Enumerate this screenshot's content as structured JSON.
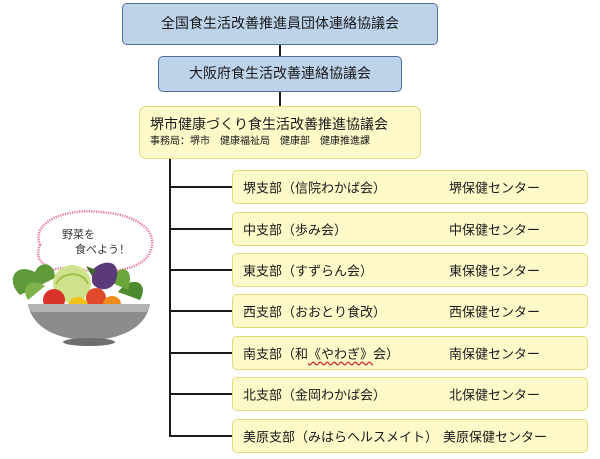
{
  "national": {
    "label": "全国食生活改善推進員団体連絡協議会"
  },
  "osaka": {
    "label": "大阪府食生活改善連絡協議会"
  },
  "sakai": {
    "label": "堺市健康づくり食生活改善推進協議会",
    "secretariat": "事務局：堺市　健康福祉局　健康部　健康推進課"
  },
  "branches": [
    {
      "name": "堺支部（信院わかば会）",
      "center": "堺保健センター"
    },
    {
      "name": "中支部（歩み会）",
      "center": "中保健センター"
    },
    {
      "name": "東支部（すずらん会）",
      "center": "東保健センター"
    },
    {
      "name": "西支部（おおとり食改）",
      "center": "西保健センター"
    },
    {
      "name_prefix": "南支部（和",
      "name_emphasis": "《やわぎ》",
      "name_suffix": "会）",
      "center": "南保健センター"
    },
    {
      "name": "北支部（金岡わかば会）",
      "center": "北保健センター"
    },
    {
      "name": "美原支部（みはらヘルスメイト）",
      "center": "美原保健センター"
    }
  ],
  "speech_bubble": {
    "line1": "野菜を",
    "line2": "食べよう！"
  },
  "colors": {
    "top_box_fill": "#bcd3ea",
    "top_box_border": "#4d6f96",
    "sub_box_fill": "#fdf9c8",
    "sub_box_border": "#e4d97a",
    "connector": "#1a1a1a",
    "bubble_border": "#e8739b"
  },
  "icons": [
    "vegetable-bowl-icon",
    "speech-bubble-icon"
  ]
}
